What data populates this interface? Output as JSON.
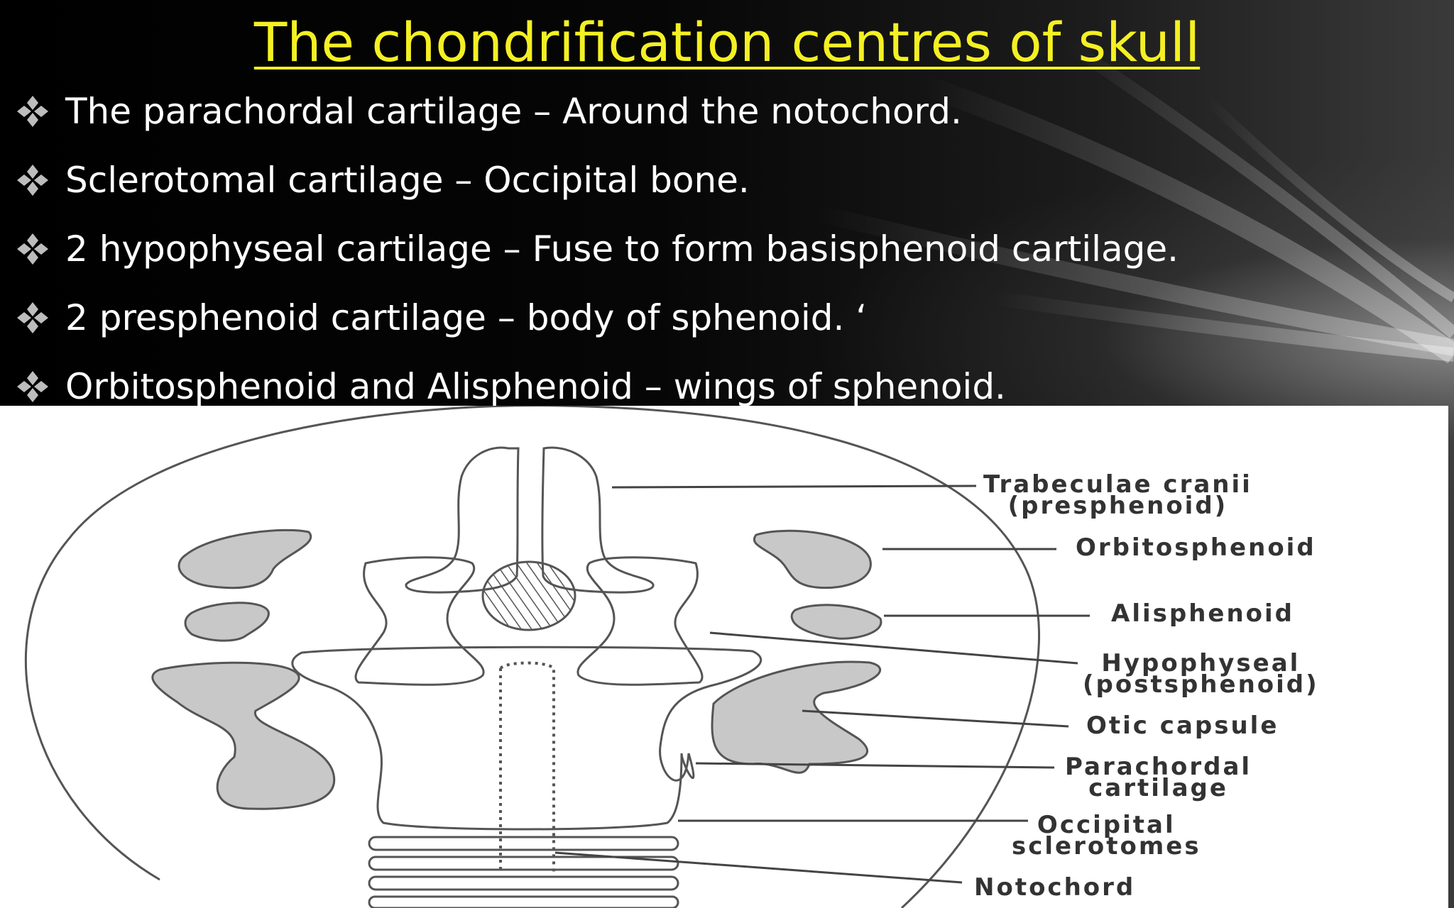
{
  "slide": {
    "title": "The chondrification centres of skull",
    "bullets": [
      "The parachordal cartilage – Around the notochord.",
      "Sclerotomal cartilage – Occipital bone.",
      "2 hypophyseal cartilage – Fuse to form basisphenoid cartilage.",
      "2 presphenoid cartilage – body of sphenoid. ‘",
      "Orbitosphenoid and Alisphenoid – wings of sphenoid."
    ],
    "bullet_icon": "four-diamond-bullet-icon",
    "colors": {
      "title": "#f4f023",
      "text": "#ffffff",
      "background": "#000000",
      "figure_background": "#ffffff",
      "cartilage_fill": "#c8c8c8"
    }
  },
  "figure": {
    "labels": {
      "trabeculae": [
        "Trabeculae cranii",
        "(presphenoid)"
      ],
      "orbitosphenoid": [
        "Orbitosphenoid"
      ],
      "alisphenoid": [
        "Alisphenoid"
      ],
      "hypophyseal": [
        "Hypophyseal",
        "(postsphenoid)"
      ],
      "otic": [
        "Otic capsule"
      ],
      "parachordal": [
        "Parachordal",
        "cartilage"
      ],
      "occipital": [
        "Occipital",
        "sclerotomes"
      ],
      "notochord": [
        "Notochord"
      ]
    }
  }
}
